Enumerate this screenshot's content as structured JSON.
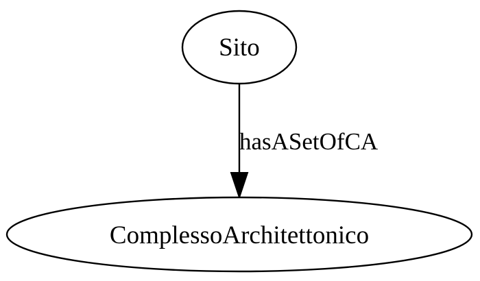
{
  "diagram": {
    "nodes": {
      "sito": {
        "label": "Sito"
      },
      "complesso": {
        "label": "ComplessoArchitettonico"
      }
    },
    "edges": [
      {
        "from": "Sito",
        "to": "ComplessoArchitettonico",
        "label": "hasASetOfCA"
      }
    ]
  }
}
